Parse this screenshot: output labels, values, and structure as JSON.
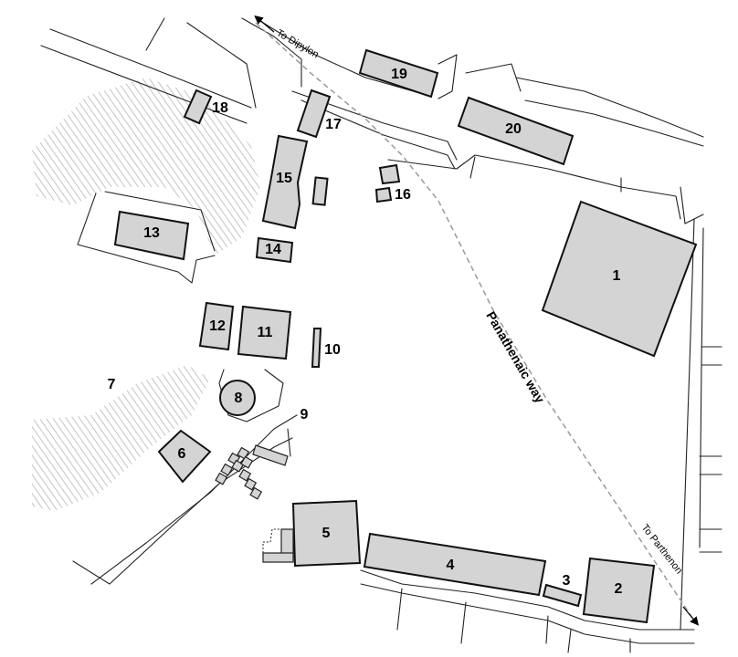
{
  "map": {
    "road_labels": {
      "dipylon": "To Dipylon",
      "parthenon": "To Parthenon",
      "panathenaic_way": "Panathenaic way"
    },
    "building_labels": [
      "1",
      "2",
      "3",
      "4",
      "5",
      "6",
      "7",
      "8",
      "9",
      "10",
      "11",
      "12",
      "13",
      "14",
      "15",
      "16",
      "17",
      "18",
      "19",
      "20"
    ],
    "colors": {
      "building_fill": "#d4d4d4",
      "outline": "#111111",
      "route": "#9a9a9a",
      "hatch": "#c8c8c8"
    }
  }
}
